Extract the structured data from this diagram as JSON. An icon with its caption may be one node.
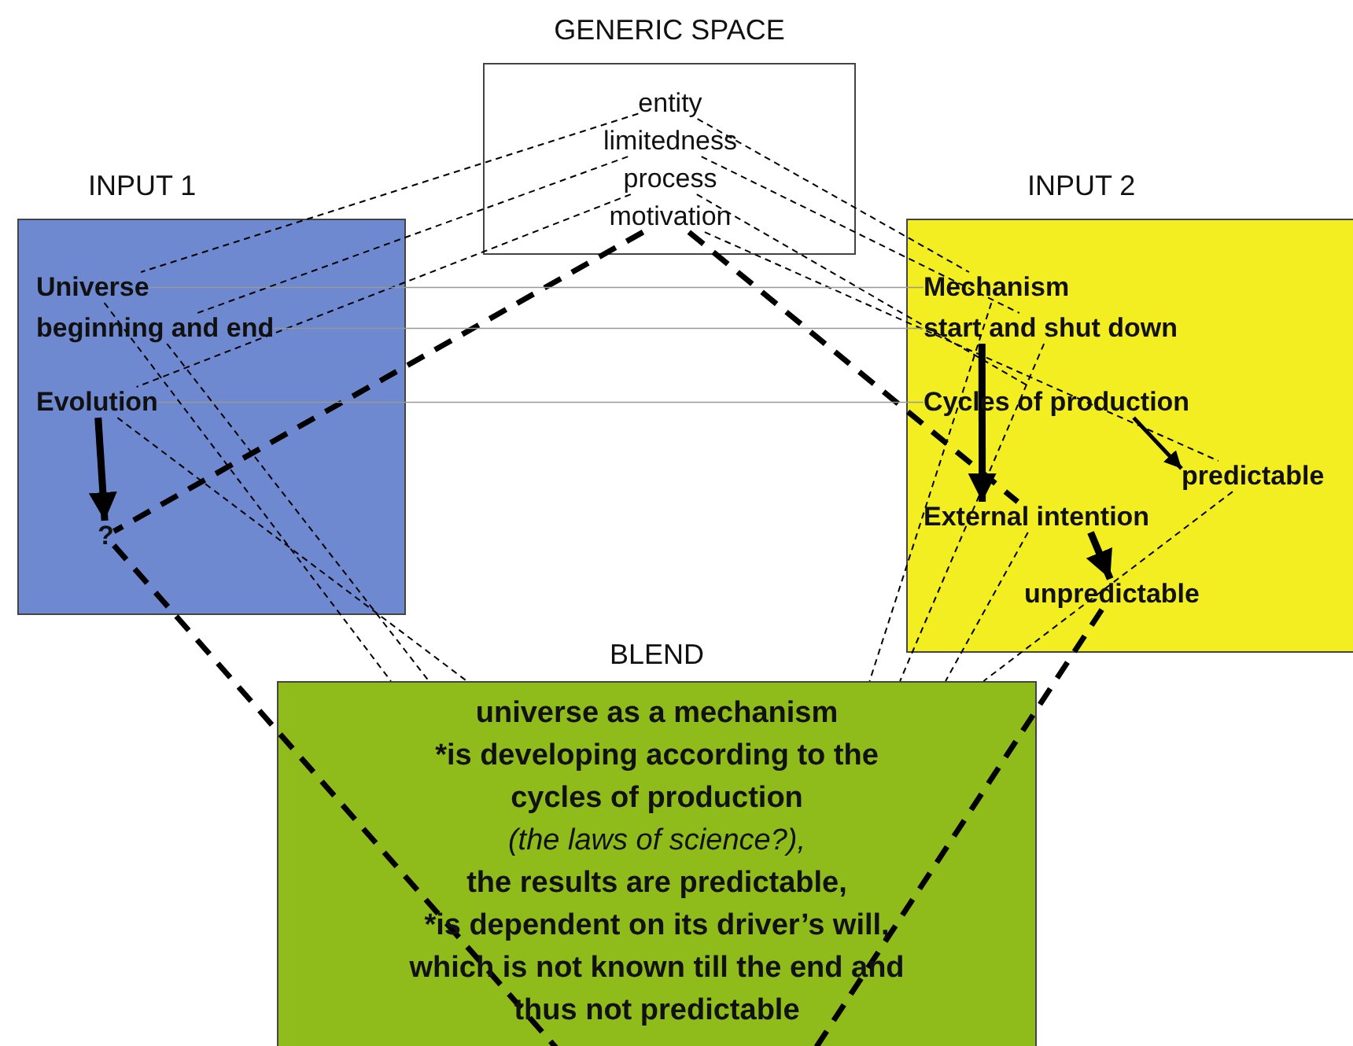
{
  "diagram": {
    "nodes": [
      {
        "text": [
          "GENERIC SPACE"
        ]
      },
      {
        "text": [
          "entity"
        ],
        "in": 0
      },
      {
        "text": [
          "limitedness"
        ],
        "in": 0
      },
      {
        "text": [
          "process"
        ],
        "in": 0
      },
      {
        "text": [
          "motivation"
        ],
        "in": 0
      },
      {
        "text": [
          "INPUT 1"
        ]
      },
      {
        "text": [
          "Universe"
        ],
        "in": 5
      },
      {
        "text": [
          "beginning and end"
        ],
        "in": 5
      },
      {
        "text": [
          "Evolution"
        ],
        "in": 5
      },
      {
        "text": [
          "?"
        ],
        "in": 5
      },
      {
        "text": [
          "INPUT 2"
        ]
      },
      {
        "text": [
          "Mechanism"
        ],
        "in": 10
      },
      {
        "text": [
          "start and shut down"
        ],
        "in": 10
      },
      {
        "text": [
          "Cycles of production"
        ],
        "in": 10
      },
      {
        "text": [
          "predictable"
        ],
        "in": 10
      },
      {
        "text": [
          "External intention"
        ],
        "in": 10
      },
      {
        "text": [
          "unpredictable"
        ],
        "in": 10
      },
      {
        "text": [
          "BLEND",
          "universe as a mechanism",
          "*is developing according to the cycles of production",
          "(the laws of science?),",
          "the results are predictable,",
          "*is dependent on its driver’s will, which is not known till the end and thus not predictable"
        ]
      }
    ],
    "edges": [
      {
        "from": 1,
        "to": 6,
        "arrow": "none",
        "style": "dashed"
      },
      {
        "from": 2,
        "to": 7,
        "arrow": "none",
        "style": "dashed"
      },
      {
        "from": 3,
        "to": 8,
        "arrow": "none",
        "style": "dashed"
      },
      {
        "from": 1,
        "to": 11,
        "arrow": "none",
        "style": "dashed"
      },
      {
        "from": 2,
        "to": 12,
        "arrow": "none",
        "style": "dashed"
      },
      {
        "from": 3,
        "to": 13,
        "arrow": "none",
        "style": "dashed"
      },
      {
        "from": 4,
        "to": 14,
        "arrow": "none",
        "style": "dashed"
      },
      {
        "from": 4,
        "to": 9,
        "arrow": "none",
        "style": "dashed"
      },
      {
        "from": 4,
        "to": 15,
        "arrow": "none",
        "style": "dashed"
      },
      {
        "from": 9,
        "to": 17,
        "arrow": "none",
        "style": "dashed"
      },
      {
        "from": 16,
        "to": 17,
        "arrow": "none",
        "style": "dashed"
      },
      {
        "from": 6,
        "to": 11,
        "arrow": "none",
        "color": "#999999"
      },
      {
        "from": 7,
        "to": 12,
        "arrow": "none",
        "color": "#999999"
      },
      {
        "from": 8,
        "to": 13,
        "arrow": "none",
        "color": "#999999"
      },
      {
        "from": 8,
        "to": 9,
        "arrow": "to",
        "style": "thick"
      },
      {
        "from": 12,
        "to": 15,
        "arrow": "to",
        "style": "thick"
      },
      {
        "from": 13,
        "to": 14,
        "arrow": "to",
        "style": "thick"
      },
      {
        "from": 15,
        "to": 16,
        "arrow": "to",
        "style": "thick"
      },
      {
        "from": 6,
        "to": 17,
        "arrow": "none",
        "style": "dashed"
      },
      {
        "from": 7,
        "to": 17,
        "arrow": "none",
        "style": "dashed"
      },
      {
        "from": 8,
        "to": 17,
        "arrow": "none",
        "style": "dashed"
      },
      {
        "from": 11,
        "to": 17,
        "arrow": "none",
        "style": "dashed"
      },
      {
        "from": 12,
        "to": 17,
        "arrow": "none",
        "style": "dashed"
      },
      {
        "from": 15,
        "to": 17,
        "arrow": "none",
        "style": "dashed"
      },
      {
        "from": 14,
        "to": 17,
        "arrow": "none",
        "style": "dashed"
      }
    ]
  }
}
